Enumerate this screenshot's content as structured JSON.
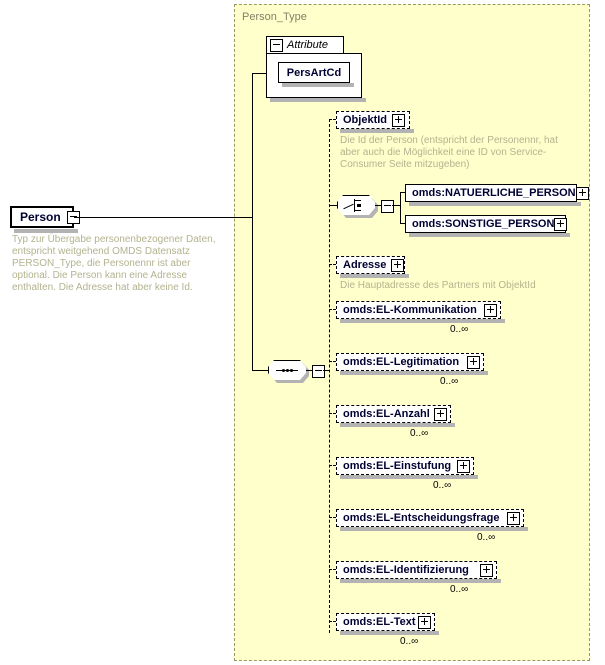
{
  "diagram": {
    "kind": "xml-schema-element-diagram",
    "root": {
      "name": "Person",
      "toggle": "collapse-icon",
      "documentation": "Typ zur Übergabe personenbezogener Daten, entspricht weitgehend OMDS Datensatz PERSON_Type, die Personennr ist aber optional. Die Person kann eine Adresse enthalten. Die Adresse hat aber keine Id."
    },
    "complex_type": {
      "title": "Person_Type",
      "attribute_group": {
        "label": "Attribute",
        "toggle": "collapse-icon",
        "attributes": [
          {
            "name": "PersArtCd"
          }
        ]
      },
      "sequence": {
        "compositor": "sequence-icon",
        "toggle": "collapse-icon",
        "children": [
          {
            "name": "ObjektId",
            "style": "dashed",
            "toggle": "expand-icon",
            "documentation": "Die Id der Person (entspricht der Personennr, hat aber auch die Möglichkeit eine ID von Service-Consumer Seite mitzugeben)",
            "occurrence": ""
          },
          {
            "name": "",
            "style": "choice",
            "compositor": "choice-icon",
            "toggle": "collapse-icon",
            "options": [
              {
                "name": "omds:NATUERLICHE_PERSON",
                "style": "solid",
                "toggle": "expand-icon"
              },
              {
                "name": "omds:SONSTIGE_PERSON",
                "style": "solid",
                "toggle": "expand-icon"
              }
            ]
          },
          {
            "name": "Adresse",
            "style": "dashed",
            "toggle": "expand-icon",
            "documentation": "Die Hauptadresse des Partners mit ObjektId",
            "occurrence": ""
          },
          {
            "name": "omds:EL-Kommunikation",
            "style": "dashed",
            "toggle": "expand-icon",
            "occurrence": "0..∞"
          },
          {
            "name": "omds:EL-Legitimation",
            "style": "dashed",
            "toggle": "expand-icon",
            "occurrence": "0..∞"
          },
          {
            "name": "omds:EL-Anzahl",
            "style": "dashed",
            "toggle": "expand-icon",
            "occurrence": "0..∞"
          },
          {
            "name": "omds:EL-Einstufung",
            "style": "dashed",
            "toggle": "expand-icon",
            "occurrence": "0..∞"
          },
          {
            "name": "omds:EL-Entscheidungsfrage",
            "style": "dashed",
            "toggle": "expand-icon",
            "occurrence": "0..∞"
          },
          {
            "name": "omds:EL-Identifizierung",
            "style": "dashed",
            "toggle": "expand-icon",
            "occurrence": "0..∞"
          },
          {
            "name": "omds:EL-Text",
            "style": "dashed",
            "toggle": "expand-icon",
            "occurrence": "0..∞"
          }
        ]
      }
    },
    "colors": {
      "type_background": "#ffffcc",
      "type_border": "#999966",
      "type_title": "#808066",
      "node_text": "#000033",
      "documentation_text": "#b3b38f",
      "shadow": "#b3b3b3",
      "connector": "#000000"
    }
  }
}
